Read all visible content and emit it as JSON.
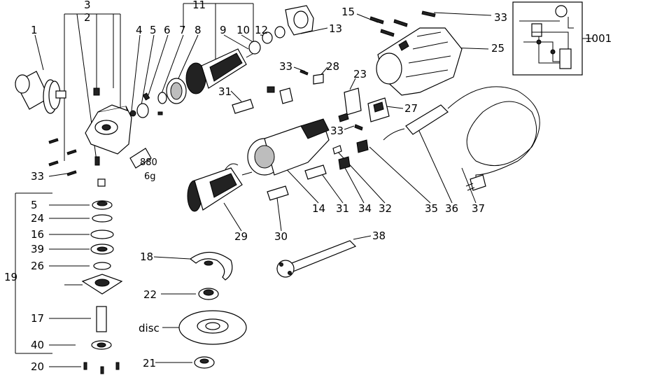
{
  "callouts": {
    "p1": "1",
    "p2": "2",
    "p3": "3",
    "p4": "4",
    "p5a": "5",
    "p6": "6",
    "p7": "7",
    "p8": "8",
    "p9": "9",
    "p10": "10",
    "p11": "11",
    "p12": "12",
    "p13": "13",
    "p14": "14",
    "p15": "15",
    "p5b": "5",
    "p16": "16",
    "p17": "17",
    "p18": "18",
    "p19": "19",
    "p20": "20",
    "p21": "21",
    "p22": "22",
    "p23": "23",
    "p24": "24",
    "p25": "25",
    "p26": "26",
    "p27": "27",
    "p28": "28",
    "p29": "29",
    "p30": "30",
    "p31a": "31",
    "p31b": "31",
    "p32": "32",
    "p33a": "33",
    "p33b": "33",
    "p33c": "33",
    "p33d": "33",
    "p34": "34",
    "p35": "35",
    "p36": "36",
    "p37": "37",
    "p38": "38",
    "p39": "39",
    "p40": "40",
    "p1001": "1001",
    "disc": "disc"
  },
  "grease_tube": {
    "code": "880",
    "weight": "6g"
  }
}
